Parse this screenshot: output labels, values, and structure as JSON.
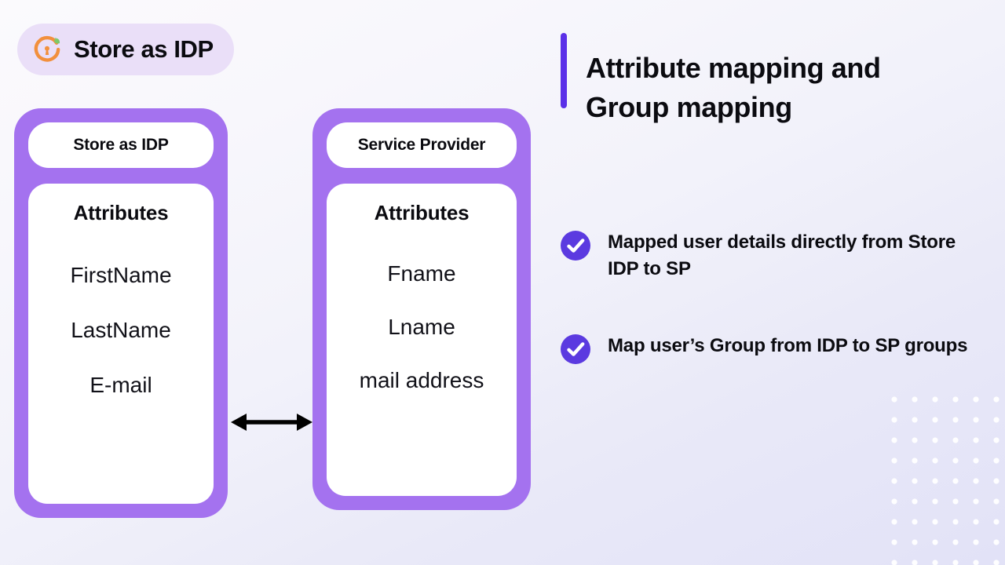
{
  "brand": {
    "title": "Store as IDP",
    "logo_icon": "orange-ring-keyhole-leaf-icon",
    "badge_color": "#EADFF8"
  },
  "theme": {
    "card_purple": "#A472EF",
    "accent_purple": "#5B30E8",
    "check_purple": "#5B3AE0",
    "logo_orange": "#F2903D",
    "logo_green": "#7DC96A",
    "text_dark": "#0B0B10",
    "background_from": "#FBFAFD",
    "background_to": "#E2E2F7"
  },
  "diagram": {
    "connector_icon": "double-headed-arrow-icon",
    "cards": [
      {
        "id": "idp",
        "header": "Store as IDP",
        "attributes_heading": "Attributes",
        "attributes": [
          "FirstName",
          "LastName",
          "E-mail"
        ]
      },
      {
        "id": "sp",
        "header": "Service Provider",
        "attributes_heading": "Attributes",
        "attributes": [
          "Fname",
          "Lname",
          "mail address"
        ]
      }
    ]
  },
  "content": {
    "headline_line1": "Attribute mapping and",
    "headline_line2": "Group mapping",
    "bullets": [
      {
        "icon": "check-circle-icon",
        "text": "Mapped user details directly from Store IDP to SP"
      },
      {
        "icon": "check-circle-icon",
        "text": "Map user’s Group from IDP to SP groups"
      }
    ]
  }
}
